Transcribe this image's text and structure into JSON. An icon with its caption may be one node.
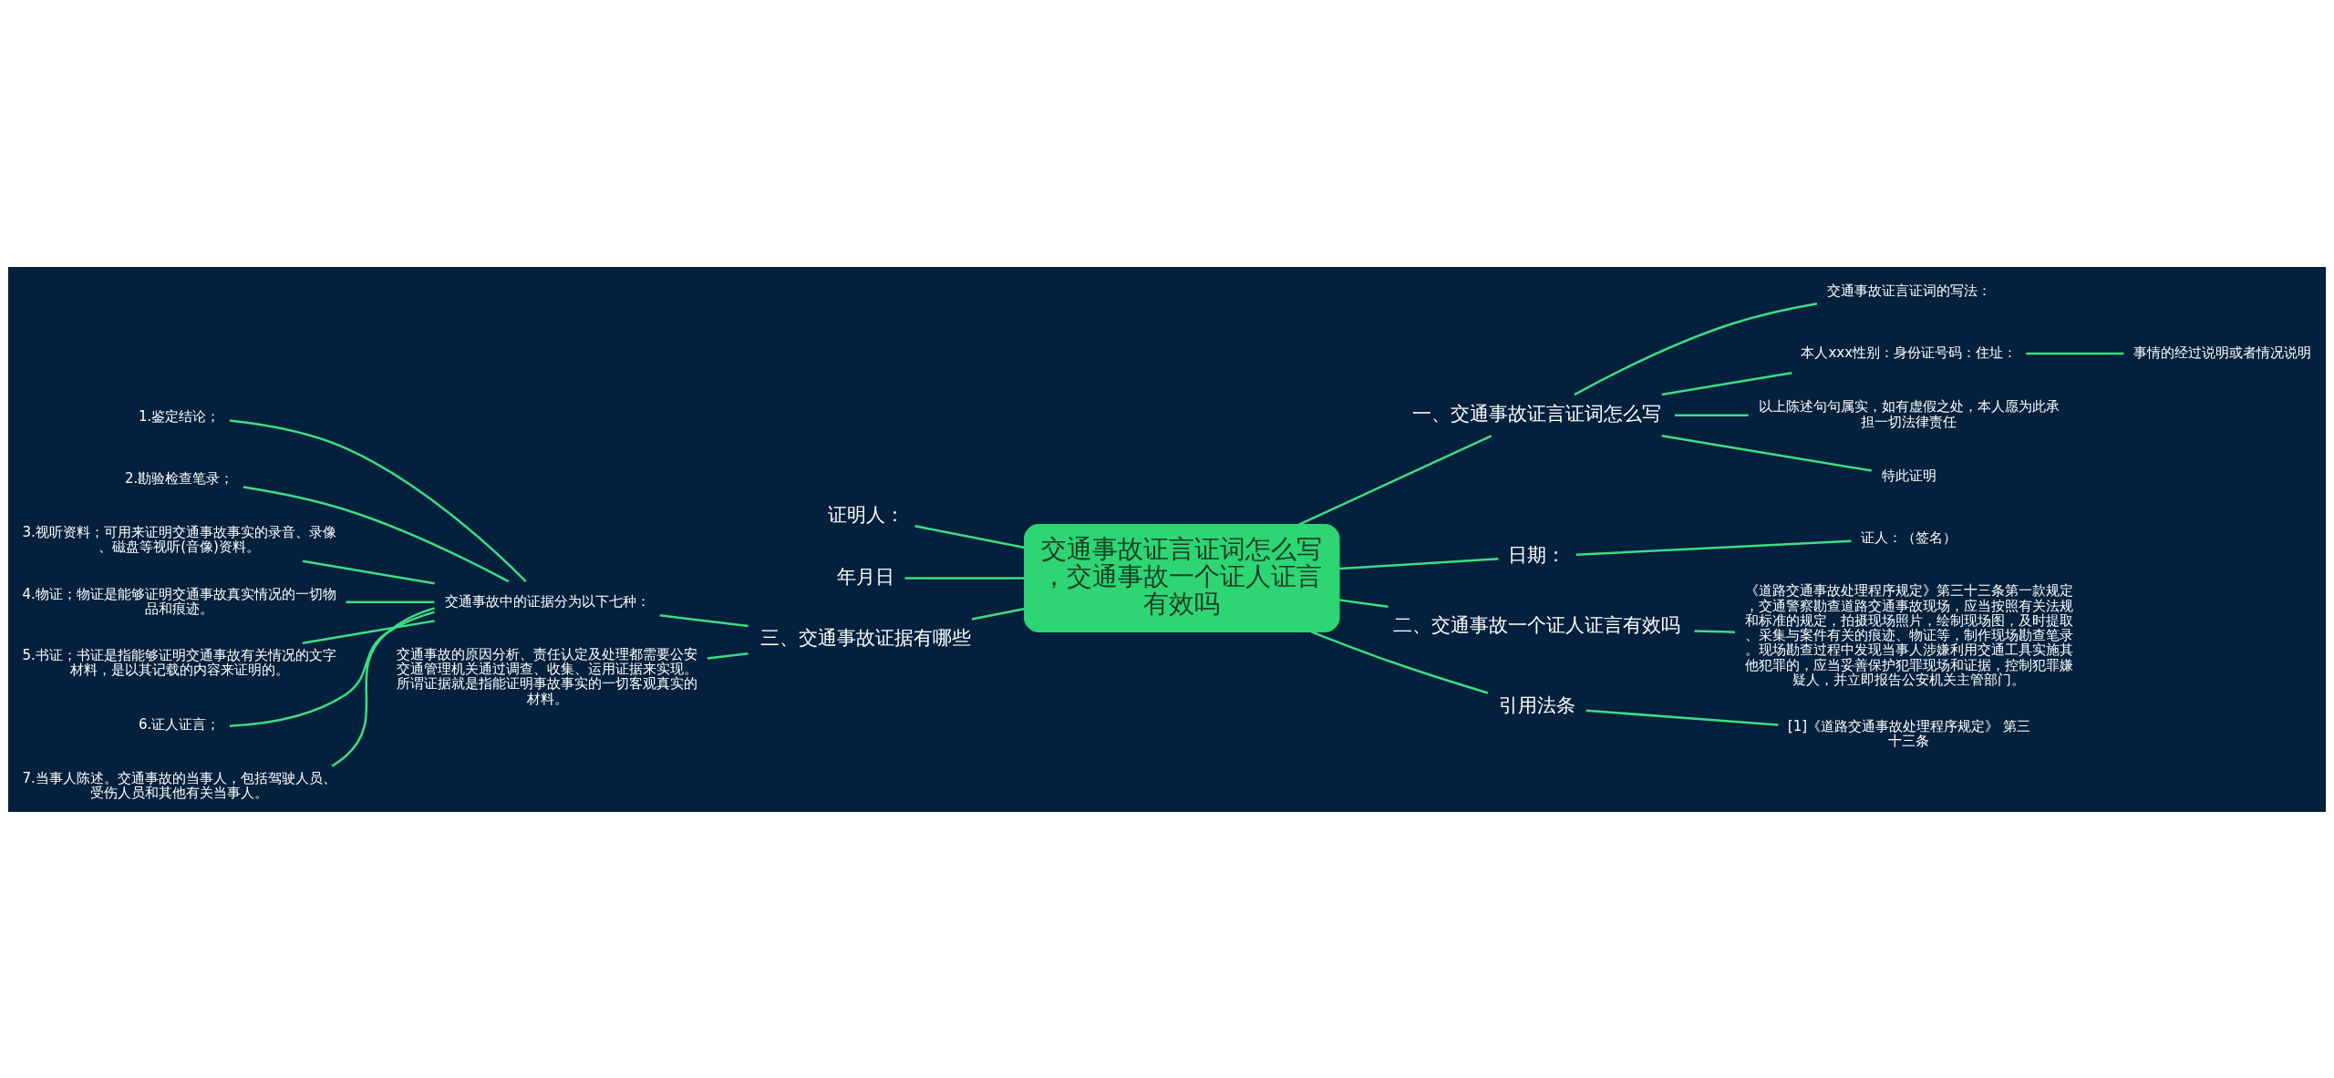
{
  "diagram": {
    "nodes": [
      {
        "text": [
          "交通事故证言证词怎么写，交通事故一个证人证言有效吗"
        ]
      },
      {
        "text": [
          "一、交通事故证言证词怎么写"
        ]
      },
      {
        "text": [
          "交通事故证言证词的写法："
        ]
      },
      {
        "text": [
          "本人xxx性别：身份证号码：住址："
        ]
      },
      {
        "text": [
          "事情的经过说明或者情况说明"
        ]
      },
      {
        "text": [
          "以上陈述句句属实，如有虚假之处，本人愿为此承担一切法律责任"
        ]
      },
      {
        "text": [
          "特此证明"
        ]
      },
      {
        "text": [
          "日期："
        ]
      },
      {
        "text": [
          "证人：（签名）"
        ]
      },
      {
        "text": [
          "二、交通事故一个证人证言有效吗"
        ]
      },
      {
        "text": [
          "《道路交通事故处理程序规定》第三十三条第一款规定，交通警察勘查道路交通事故现场，应当按照有关法规和标准的规定，拍摄现场照片，绘制现场图，及时提取、采集与案件有关的痕迹、物证等，制作现场勘查笔录。现场勘查过程中发现当事人涉嫌利用交通工具实施其他犯罪的，应当妥善保护犯罪现场和证据，控制犯罪嫌疑人，并立即报告公安机关主管部门。"
        ]
      },
      {
        "text": [
          "引用法条"
        ]
      },
      {
        "text": [
          "[1]《道路交通事故处理程序规定》 第三十三条"
        ]
      },
      {
        "text": [
          "证明人："
        ]
      },
      {
        "text": [
          "年月日"
        ]
      },
      {
        "text": [
          "三、交通事故证据有哪些"
        ]
      },
      {
        "text": [
          "交通事故中的证据分为以下七种："
        ]
      },
      {
        "text": [
          "1.鉴定结论；"
        ]
      },
      {
        "text": [
          "2.勘验检查笔录；"
        ]
      },
      {
        "text": [
          "3.视听资料；可用来证明交通事故事实的录音、录像、磁盘等视听(音像)资料。"
        ]
      },
      {
        "text": [
          "4.物证；物证是能够证明交通事故真实情况的一切物品和痕迹。"
        ]
      },
      {
        "text": [
          "5.书证；书证是指能够证明交通事故有关情况的文字材料，是以其记载的内容来证明的。"
        ]
      },
      {
        "text": [
          "6.证人证言；"
        ]
      },
      {
        "text": [
          "7.当事人陈述。交通事故的当事人，包括驾驶人员、受伤人员和其他有关当事人。"
        ]
      },
      {
        "text": [
          "交通事故的原因分析、责任认定及处理都需要公安交通管理机关通过调查、收集、运用证据来实现。所谓证据就是指能证明事故事实的一切客观真实的材料。"
        ]
      }
    ],
    "edges": [
      {
        "from": 0,
        "to": 1,
        "arrow": "none"
      },
      {
        "from": 1,
        "to": 2,
        "arrow": "none"
      },
      {
        "from": 1,
        "to": 3,
        "arrow": "none"
      },
      {
        "from": 3,
        "to": 4,
        "arrow": "none"
      },
      {
        "from": 1,
        "to": 5,
        "arrow": "none"
      },
      {
        "from": 1,
        "to": 6,
        "arrow": "none"
      },
      {
        "from": 0,
        "to": 7,
        "arrow": "none"
      },
      {
        "from": 7,
        "to": 8,
        "arrow": "none"
      },
      {
        "from": 0,
        "to": 9,
        "arrow": "none"
      },
      {
        "from": 9,
        "to": 10,
        "arrow": "none"
      },
      {
        "from": 0,
        "to": 11,
        "arrow": "none"
      },
      {
        "from": 11,
        "to": 12,
        "arrow": "none"
      },
      {
        "from": 0,
        "to": 13,
        "arrow": "none"
      },
      {
        "from": 0,
        "to": 14,
        "arrow": "none"
      },
      {
        "from": 0,
        "to": 15,
        "arrow": "none"
      },
      {
        "from": 15,
        "to": 16,
        "arrow": "none"
      },
      {
        "from": 16,
        "to": 17,
        "arrow": "none"
      },
      {
        "from": 16,
        "to": 18,
        "arrow": "none"
      },
      {
        "from": 16,
        "to": 19,
        "arrow": "none"
      },
      {
        "from": 16,
        "to": 20,
        "arrow": "none"
      },
      {
        "from": 16,
        "to": 21,
        "arrow": "none"
      },
      {
        "from": 16,
        "to": 22,
        "arrow": "none"
      },
      {
        "from": 16,
        "to": 23,
        "arrow": "none"
      },
      {
        "from": 15,
        "to": 24,
        "arrow": "none"
      }
    ]
  }
}
